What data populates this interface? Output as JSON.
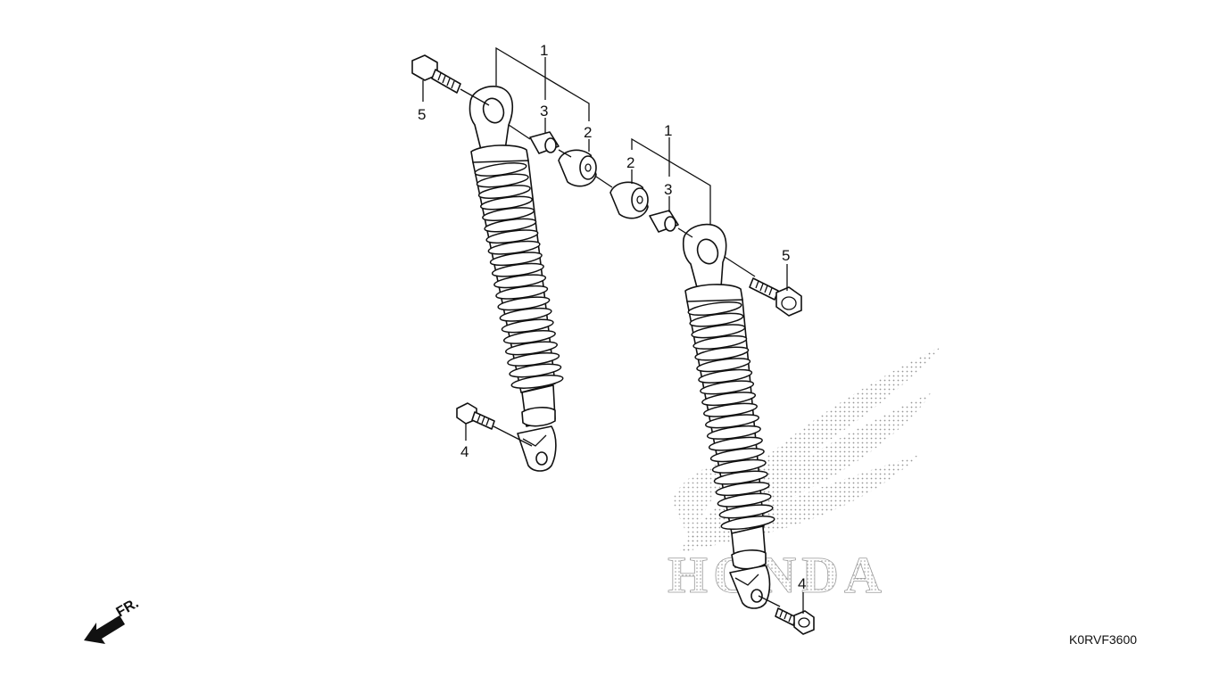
{
  "diagram": {
    "watermark_text": "HONDA",
    "diagram_code": "K0RVF3600",
    "front_indicator": "FR.",
    "callouts": {
      "left_bracket_1": "1",
      "left_bushing_3": "3",
      "left_rubber_2": "2",
      "left_upper_bolt_5": "5",
      "left_lower_bolt_4": "4",
      "right_bracket_1": "1",
      "right_rubber_2": "2",
      "right_bushing_3": "3",
      "right_upper_bolt_5": "5",
      "right_lower_bolt_4": "4"
    }
  }
}
